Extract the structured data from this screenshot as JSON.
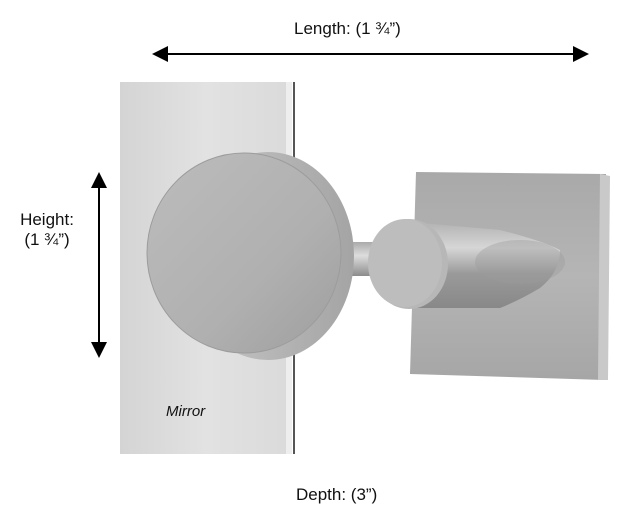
{
  "diagram": {
    "type": "product-dimension-diagram",
    "subject": "mirror clip / standoff bracket",
    "dimensions": {
      "length": {
        "label": "Length: (1 ¾”)"
      },
      "height": {
        "label_line1": "Height:",
        "label_line2": "(1 ¾”)"
      },
      "depth": {
        "label": "Depth: (3”)"
      }
    },
    "parts": {
      "mirror": {
        "label": "Mirror"
      }
    },
    "colors": {
      "background": "#ffffff",
      "arrow": "#000000",
      "mirror_panel": "#dcdcdc",
      "metal_light": "#c8c8c8",
      "metal_mid": "#a9a9a9",
      "metal_dark": "#7f7f7f"
    }
  }
}
